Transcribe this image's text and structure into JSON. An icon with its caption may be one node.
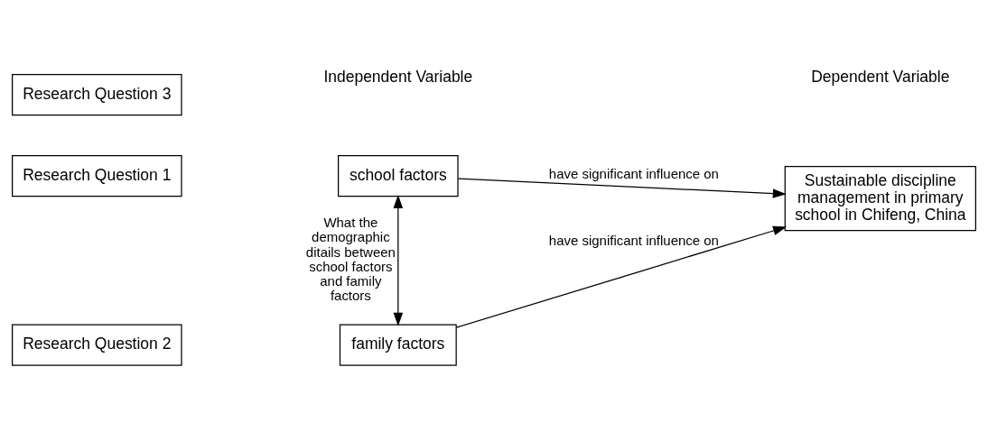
{
  "diagram": {
    "nodes": [
      {
        "text": [
          "Research Question 1"
        ]
      },
      {
        "text": [
          "school factors"
        ]
      },
      {
        "text": [
          "Research Question 3"
        ]
      },
      {
        "text": [
          "Research Question 2"
        ]
      },
      {
        "text": [
          "family factors"
        ]
      },
      {
        "text": [
          "Sustainable discipline management in primary school in Chifeng, China"
        ]
      }
    ],
    "edges": [
      {
        "from": 1,
        "to": 5,
        "arrow": "to",
        "label": "have significant influence on"
      },
      {
        "from": 1,
        "to": 4,
        "arrow": "both",
        "label": "What the demographic ditails between school factors and family factors"
      },
      {
        "from": 4,
        "to": 5,
        "arrow": "to",
        "label": "have significant influence on"
      }
    ],
    "labels": [
      "Independent Variable",
      "Dependent Variable"
    ]
  }
}
